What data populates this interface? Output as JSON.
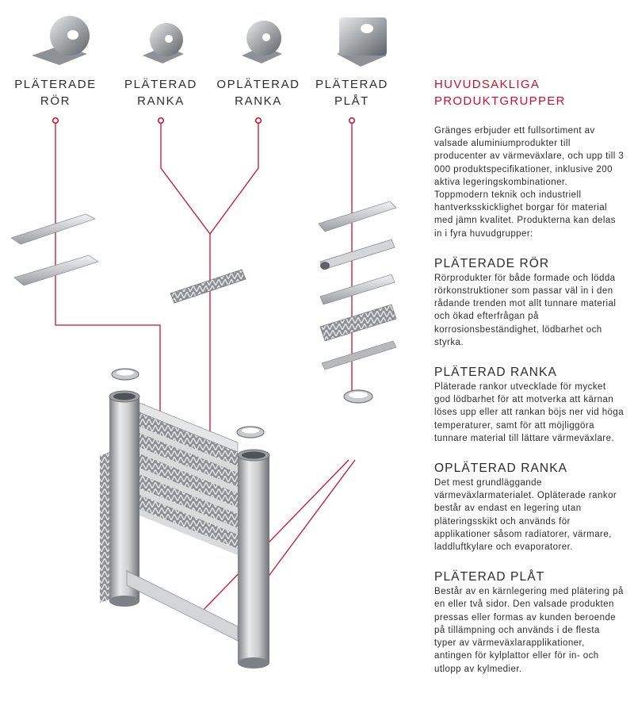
{
  "categories": [
    {
      "line1": "PLÄTERADE",
      "line2": "RÖR"
    },
    {
      "line1": "PLÄTERAD",
      "line2": "RANKA"
    },
    {
      "line1": "OPLÄTERAD",
      "line2": "RANKA"
    },
    {
      "line1": "PLÄTERAD",
      "line2": "PLÅT"
    }
  ],
  "heading": {
    "line1": "HUVUDSAKLIGA",
    "line2": "PRODUKTGRUPPER"
  },
  "intro": "Gränges erbjuder ett fullsortiment av valsade aluminiumprodukter till producenter av värmeväxlare, och upp till 3 000 produktspecifikationer, inklusive 200 aktiva legeringskombinationer. Toppmodern teknik och industriell hantverksskicklighet borgar för material med jämn kvalitet. Produkterna kan delas in i fyra huvudgrupper:",
  "sections": [
    {
      "title": "PLÄTERADE RÖR",
      "body": "Rörprodukter för både formade och lödda rörkonstruktioner som passar väl in i den rådande trenden mot allt tunnare material och ökad efterfrågan på korrosionsbeständighet, lödbarhet och styrka."
    },
    {
      "title": "PLÄTERAD RANKA",
      "body": "Pläterade rankor utvecklade för mycket god lödbarhet för att motverka att kärnan löses upp eller att rankan böjs ner vid höga temperaturer, samt för att möjliggöra tunnare material till lättare värmeväxlare."
    },
    {
      "title": "OPLÄTERAD RANKA",
      "body": "Det mest grundläggande värmeväxlarmaterialet. Opläterade rankor består av endast en legering utan pläteringsskikt och används för applikationer såsom radiatorer, värmare, laddluftkylare och evaporatorer."
    },
    {
      "title": "PLÄTERAD PLÅT",
      "body": "Består av en kärnlegering med plätering på en eller två sidor. Den valsade produkten pressas eller formas av kunden beroende på tillämpning och används i de flesta typer av värmeväxlarapplikationer, antingen för kylplattor eller för in- och utlopp av kylmedier."
    }
  ],
  "colors": {
    "accent": "#c8102e",
    "text": "#2b2b2b",
    "metal": "#b4b6b8"
  }
}
